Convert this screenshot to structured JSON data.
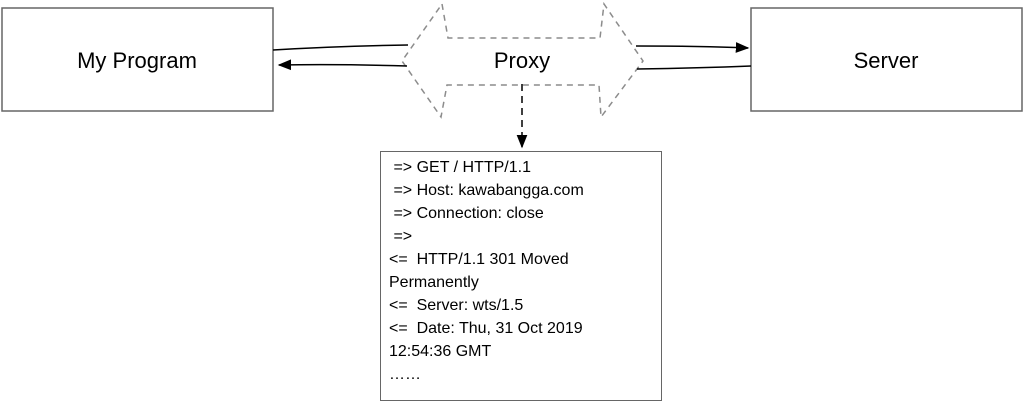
{
  "nodes": {
    "my_program": "My Program",
    "proxy": "Proxy",
    "server": "Server"
  },
  "log": {
    "lines": [
      " => GET / HTTP/1.1",
      " => Host: kawabangga.com",
      " => Connection: close",
      " =>",
      "<=  HTTP/1.1 301 Moved",
      "Permanently",
      "<=  Server: wts/1.5",
      "<=  Date: Thu, 31 Oct 2019",
      "12:54:36 GMT",
      "……"
    ]
  },
  "colors": {
    "box_border": "#666666",
    "proxy_border": "#8c8c8c",
    "arrow": "#000000",
    "text": "#000000"
  }
}
